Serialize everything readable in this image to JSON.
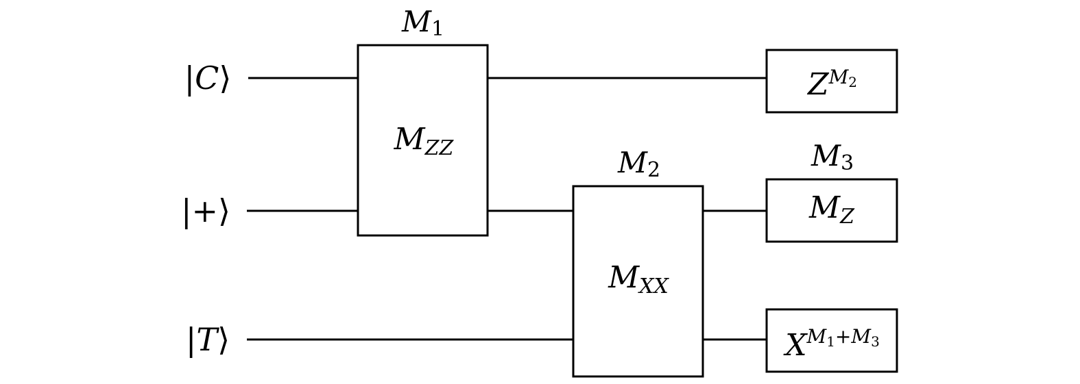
{
  "inputs": {
    "c": {
      "bar": "|",
      "letter": "C",
      "angle": "⟩"
    },
    "plus": {
      "bar": "|",
      "letter": "+",
      "angle": "⟩"
    },
    "t": {
      "bar": "|",
      "letter": "T",
      "angle": "⟩"
    }
  },
  "gates": {
    "mzz": {
      "main": "M",
      "sub": "ZZ",
      "label_main": "M",
      "label_sub": "1"
    },
    "mxx": {
      "main": "M",
      "sub": "XX",
      "label_main": "M",
      "label_sub": "2"
    },
    "mz": {
      "main": "M",
      "sub": "Z",
      "label_main": "M",
      "label_sub": "3"
    },
    "zcorr": {
      "base": "Z",
      "sup_main": "M",
      "sup_sub": "2"
    },
    "xcorr": {
      "base": "X",
      "sup_m1": "M",
      "sup_s1": "1",
      "sup_plus": "+",
      "sup_m3": "M",
      "sup_s3": "3"
    }
  }
}
